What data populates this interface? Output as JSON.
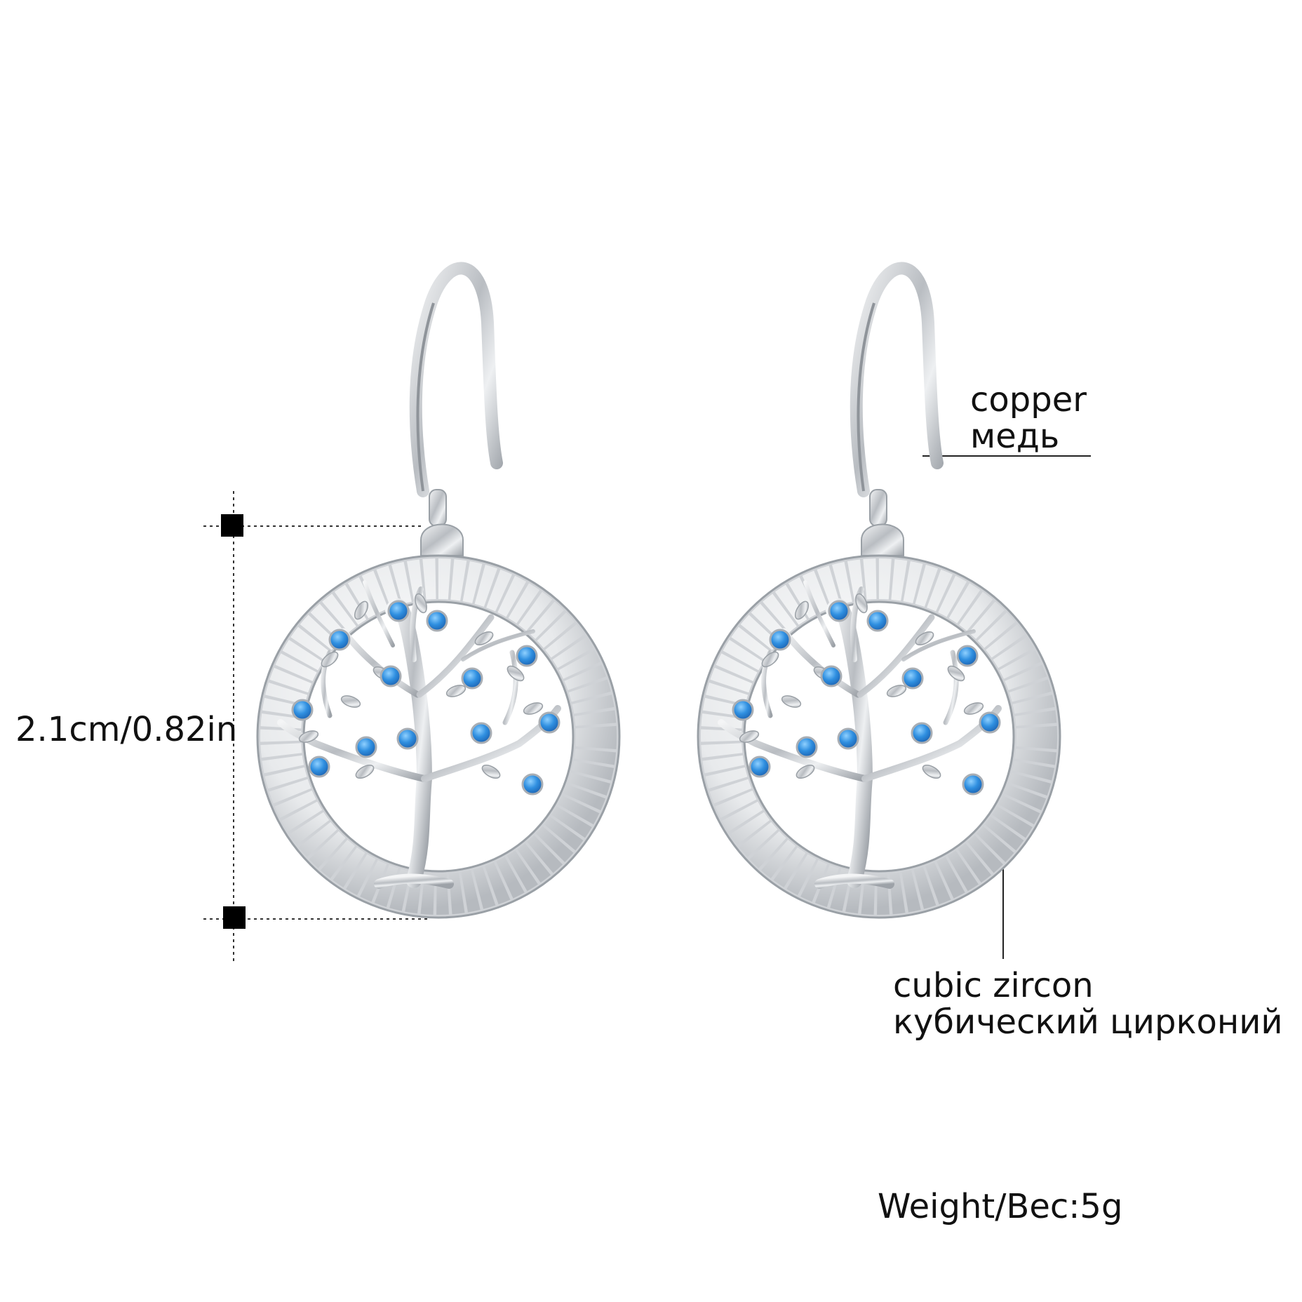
{
  "dimension": {
    "label": "2.1cm/0.82in"
  },
  "material": {
    "copper_en": "copper",
    "copper_ru": "медь"
  },
  "stone": {
    "name_en": "cubic zircon",
    "name_ru": "кубический цирконий"
  },
  "weight": {
    "label": "Weight/Bec:5g"
  },
  "colors": {
    "stone_blue": "#2f8fe0",
    "silver": "#c9ccd0",
    "background": "#ffffff"
  },
  "earrings": {
    "count": 2,
    "design": "tree-of-life"
  }
}
